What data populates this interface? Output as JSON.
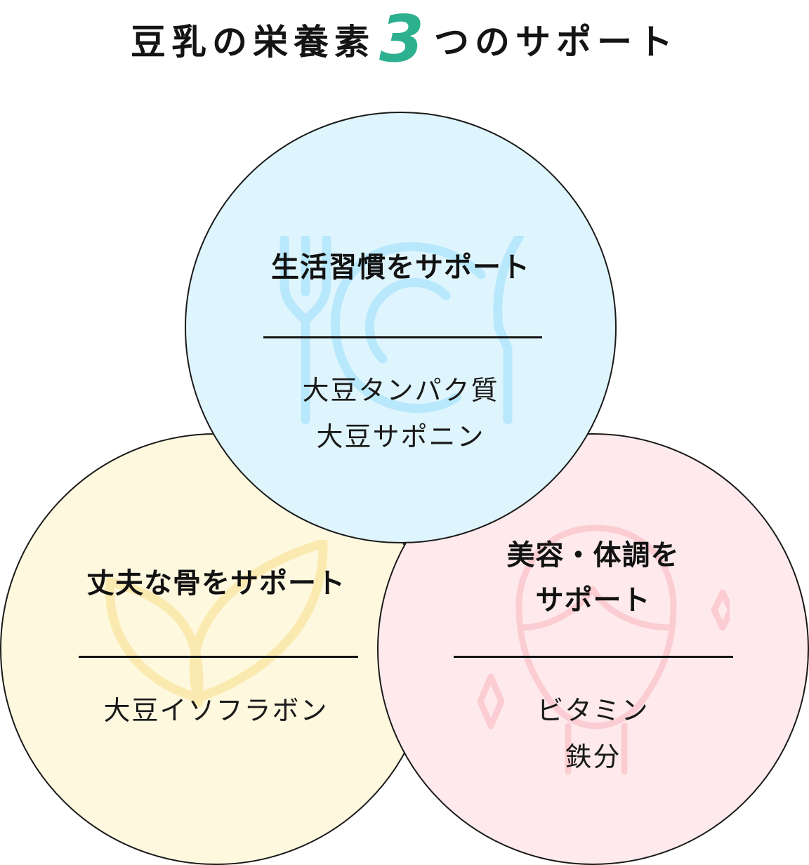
{
  "title": {
    "before": "豆乳の栄養素",
    "number": "3",
    "after": "つのサポート"
  },
  "colors": {
    "accent": "#2db08f",
    "top_fill": "#dff5fd",
    "left_fill": "#fef8df",
    "right_fill": "#feeaec",
    "top_icon": "#b8e8fb",
    "left_icon": "#fbeab0",
    "right_icon": "#fbcdd2",
    "outline": "#1a1a1a"
  },
  "circles": {
    "top": {
      "icon": "plate-fork-knife-icon",
      "title_lines": [
        "生活習慣をサポート"
      ],
      "items": [
        "大豆タンパク質",
        "大豆サポニン"
      ]
    },
    "left": {
      "icon": "leaves-icon",
      "title_lines": [
        "丈夫な骨をサポート"
      ],
      "items": [
        "大豆イソフラボン"
      ]
    },
    "right": {
      "icon": "woman-face-sparkle-icon",
      "title_lines": [
        "美容・体調を",
        "サポート"
      ],
      "items": [
        "ビタミン",
        "鉄分"
      ]
    }
  }
}
